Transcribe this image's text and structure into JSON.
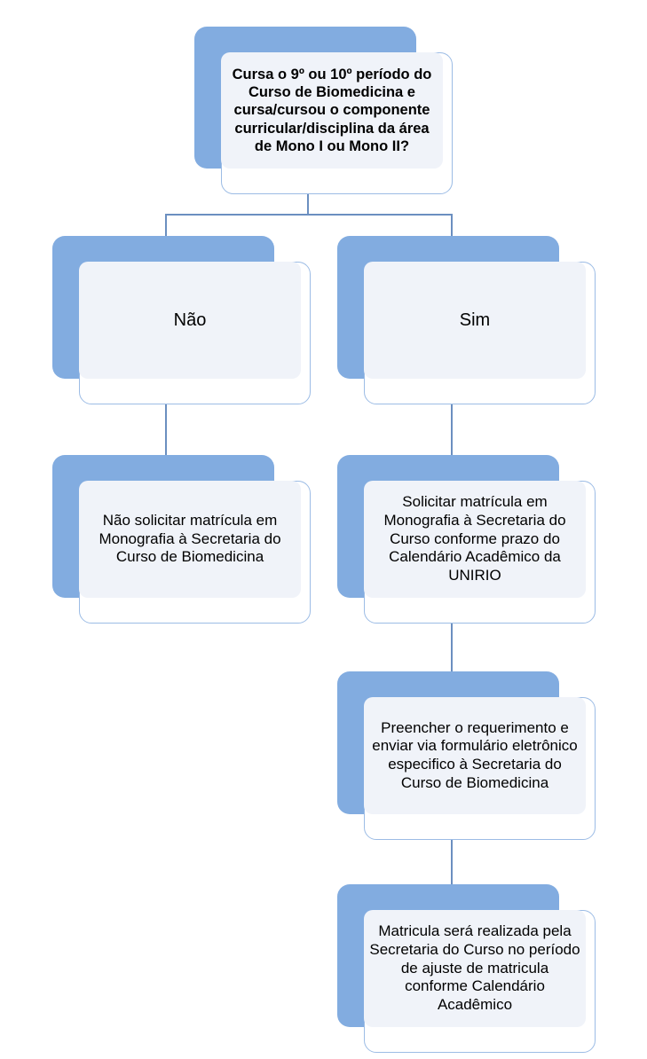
{
  "diagram": {
    "type": "flowchart",
    "language": "pt-BR",
    "colors": {
      "plate_blue": "#82ace0",
      "panel_fill": "#f0f3f9",
      "outline_border": "#9cbce5",
      "connector": "#6b8fc0",
      "text": "#000000",
      "background": "#ffffff"
    },
    "nodes": [
      {
        "id": "question",
        "role": "decision",
        "text": "Cursa o 9º ou 10º período do Curso de Biomedicina e cursa/cursou o componente curricular/disciplina da área de Mono I ou Mono II?"
      },
      {
        "id": "nao",
        "role": "branch-label",
        "text": "Não"
      },
      {
        "id": "sim",
        "role": "branch-label",
        "text": "Sim"
      },
      {
        "id": "nao-solicitar",
        "role": "process",
        "text": "Não solicitar matrícula em Monografia à Secretaria do Curso de Biomedicina"
      },
      {
        "id": "solicitar",
        "role": "process",
        "text": "Solicitar matrícula em Monografia à Secretaria do Curso conforme prazo do Calendário Acadêmico da UNIRIO"
      },
      {
        "id": "preencher",
        "role": "process",
        "text": "Preencher o requerimento e enviar via formulário eletrônico especifico à Secretaria do Curso de Biomedicina"
      },
      {
        "id": "matricula",
        "role": "process",
        "text": "Matricula será realizada pela Secretaria do Curso no período de ajuste de matricula conforme Calendário Acadêmico"
      }
    ],
    "edges": [
      {
        "from": "question",
        "to": "nao"
      },
      {
        "from": "question",
        "to": "sim"
      },
      {
        "from": "nao",
        "to": "nao-solicitar"
      },
      {
        "from": "sim",
        "to": "solicitar"
      },
      {
        "from": "solicitar",
        "to": "preencher"
      },
      {
        "from": "preencher",
        "to": "matricula"
      }
    ]
  }
}
